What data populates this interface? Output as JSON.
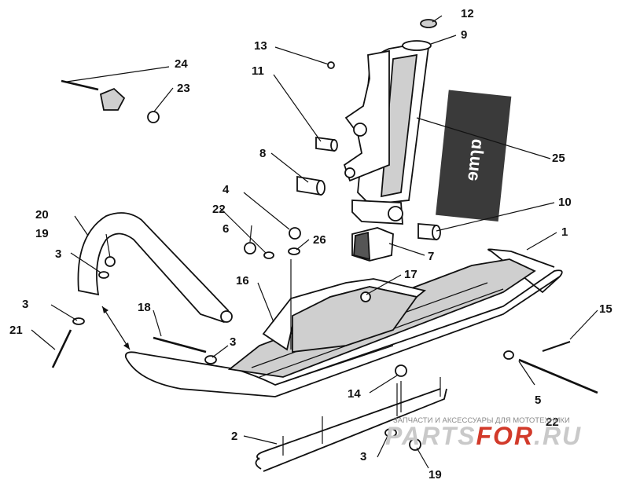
{
  "callouts": [
    {
      "label": "1",
      "part": "ski"
    },
    {
      "label": "2",
      "part": "wear-bar"
    },
    {
      "label": "3",
      "part": "washer"
    },
    {
      "label": "4",
      "part": "nut"
    },
    {
      "label": "5",
      "part": "bolt"
    },
    {
      "label": "6",
      "part": "lock-nut"
    },
    {
      "label": "7",
      "part": "ski-bumper"
    },
    {
      "label": "8",
      "part": "bushing"
    },
    {
      "label": "9",
      "part": "spindle"
    },
    {
      "label": "10",
      "part": "bushing"
    },
    {
      "label": "11",
      "part": "bushing"
    },
    {
      "label": "12",
      "part": "cap"
    },
    {
      "label": "13",
      "part": "grease-fitting"
    },
    {
      "label": "14",
      "part": "nut"
    },
    {
      "label": "15",
      "part": "cotter-pin"
    },
    {
      "label": "16",
      "part": "saddle"
    },
    {
      "label": "17",
      "part": "bushing"
    },
    {
      "label": "18",
      "part": "bolt"
    },
    {
      "label": "19",
      "part": "lock-nut"
    },
    {
      "label": "20",
      "part": "handle"
    },
    {
      "label": "21",
      "part": "bolt"
    },
    {
      "label": "22",
      "part": "washer"
    },
    {
      "label": "23",
      "part": "lock-nut"
    },
    {
      "label": "24",
      "part": "bolt"
    },
    {
      "label": "25",
      "part": "decal"
    },
    {
      "label": "26",
      "part": "washer"
    }
  ],
  "decal": {
    "text": "ɘmɿɒ",
    "color": "#3a3a3a"
  },
  "watermark": {
    "subtitle": "ЗАПЧАСТИ И АКСЕССУАРЫ ДЛЯ МОТОТЕХНИКИ",
    "brand_left": "PARTS",
    "brand_mid": "FOR",
    "brand_right": ".RU",
    "accent_color": "#d23a2a"
  }
}
